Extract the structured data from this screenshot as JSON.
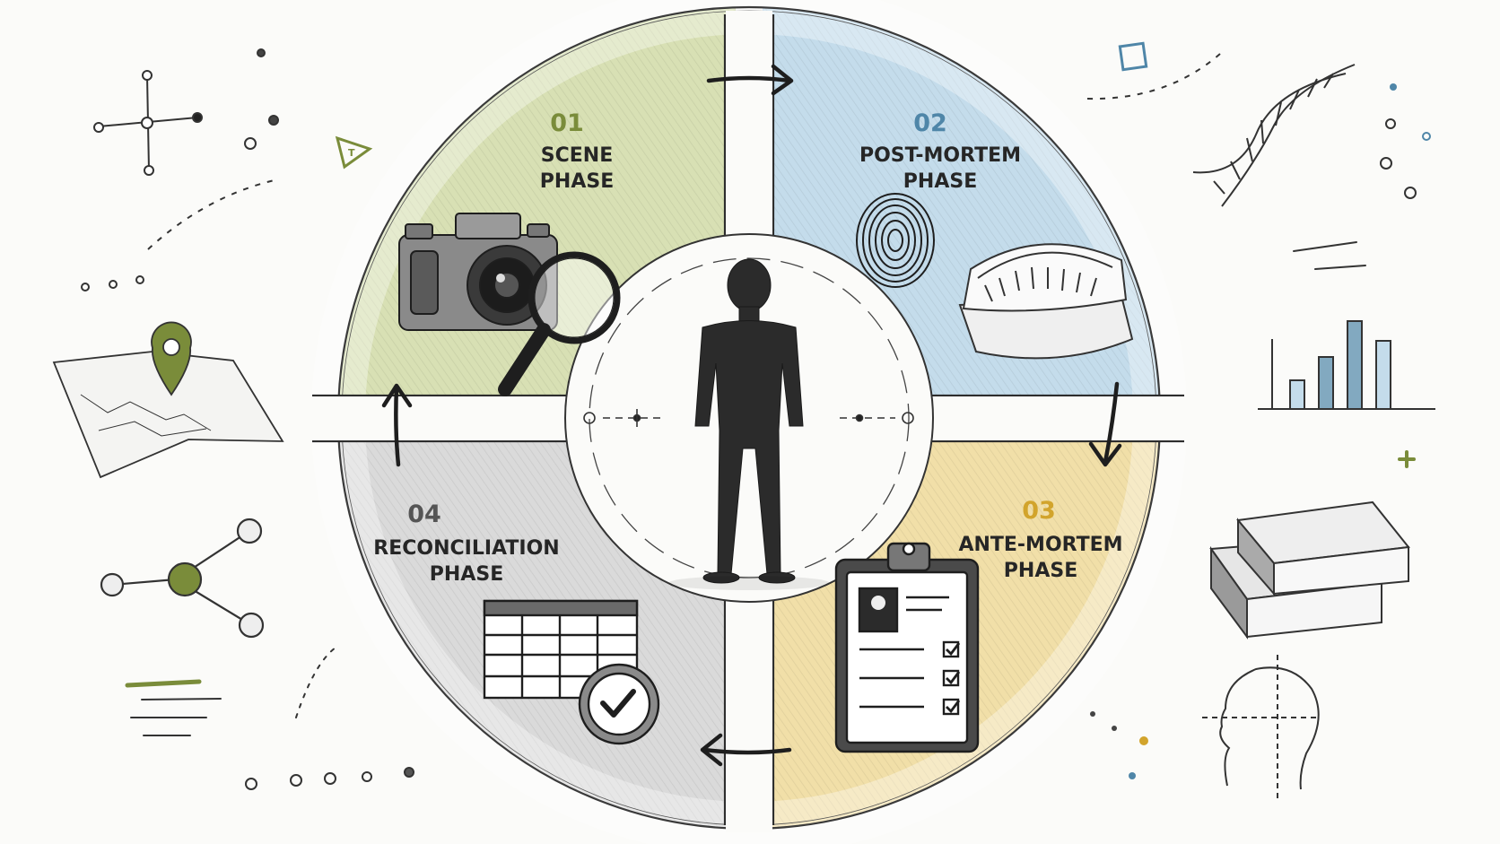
{
  "diagram": {
    "type": "cycle",
    "center_figure": "person-silhouette",
    "phases": [
      {
        "number": "01",
        "line1": "SCENE",
        "line2": "PHASE",
        "color": "#7a8c3a",
        "fill": "#d8e0b4",
        "icons": [
          "camera-icon",
          "magnifier-icon"
        ]
      },
      {
        "number": "02",
        "line1": "POST-MORTEM",
        "line2": "PHASE",
        "color": "#4f86a8",
        "fill": "#c4dceb",
        "icons": [
          "fingerprint-icon",
          "dental-cast-icon"
        ]
      },
      {
        "number": "03",
        "line1": "ANTE-MORTEM",
        "line2": "PHASE",
        "color": "#d2a42c",
        "fill": "#f1dfa8",
        "icons": [
          "clipboard-record-icon"
        ]
      },
      {
        "number": "04",
        "line1": "RECONCILIATION",
        "line2": "PHASE",
        "color": "#555555",
        "fill": "#dadada",
        "icons": [
          "table-check-icon"
        ]
      }
    ],
    "flow": [
      "01",
      "02",
      "03",
      "04",
      "01"
    ],
    "decorations": [
      "crosshair-icon",
      "map-pin-icon",
      "network-nodes-icon",
      "dna-icon",
      "bar-chart-icon",
      "books-icon",
      "head-profile-icon"
    ]
  }
}
